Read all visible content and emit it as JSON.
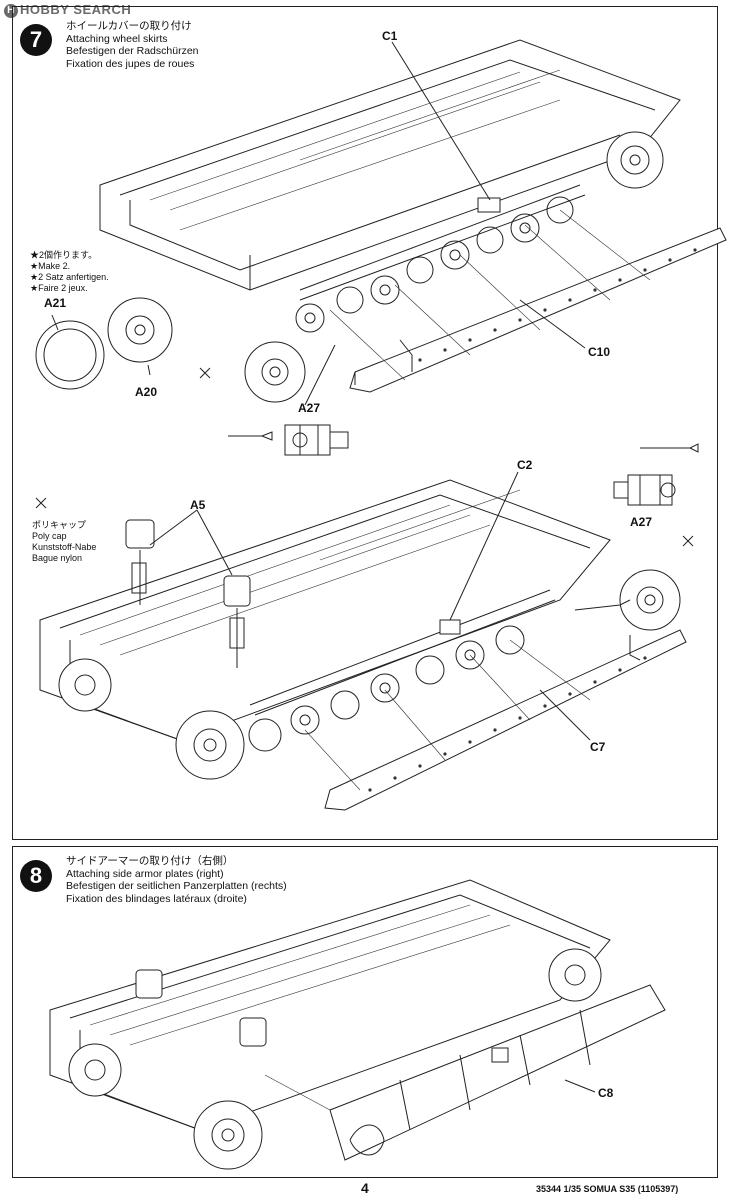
{
  "watermark": {
    "badge": "H",
    "text": "HOBBY SEARCH"
  },
  "step7": {
    "number": "7",
    "title_jp": "ホイールカバーの取り付け",
    "title_en": "Attaching wheel skirts",
    "title_de": "Befestigen der Radschürzen",
    "title_fr": "Fixation des jupes de roues",
    "make_note": [
      "★2個作ります。",
      "★Make 2.",
      "★2 Satz anfertigen.",
      "★Faire 2 jeux."
    ],
    "parts": {
      "c1": "C1",
      "a21": "A21",
      "a20": "A20",
      "c10": "C10",
      "a27": "A27",
      "a5": "A5",
      "c2": "C2",
      "a27b": "A27",
      "c7": "C7"
    },
    "polycap": [
      "ポリキャップ",
      "Poly cap",
      "Kunststoff-Nabe",
      "Bague nylon"
    ]
  },
  "step8": {
    "number": "8",
    "title_jp": "サイドアーマーの取り付け（右側）",
    "title_en": "Attaching side armor plates (right)",
    "title_de": "Befestigen der seitlichen Panzerplatten (rechts)",
    "title_fr": "Fixation des blindages latéraux (droite)",
    "parts": {
      "c8": "C8"
    }
  },
  "footer": {
    "page": "4",
    "code": "35344  1/35 SOMUA S35 (110539",
    "code_end": "7)"
  }
}
